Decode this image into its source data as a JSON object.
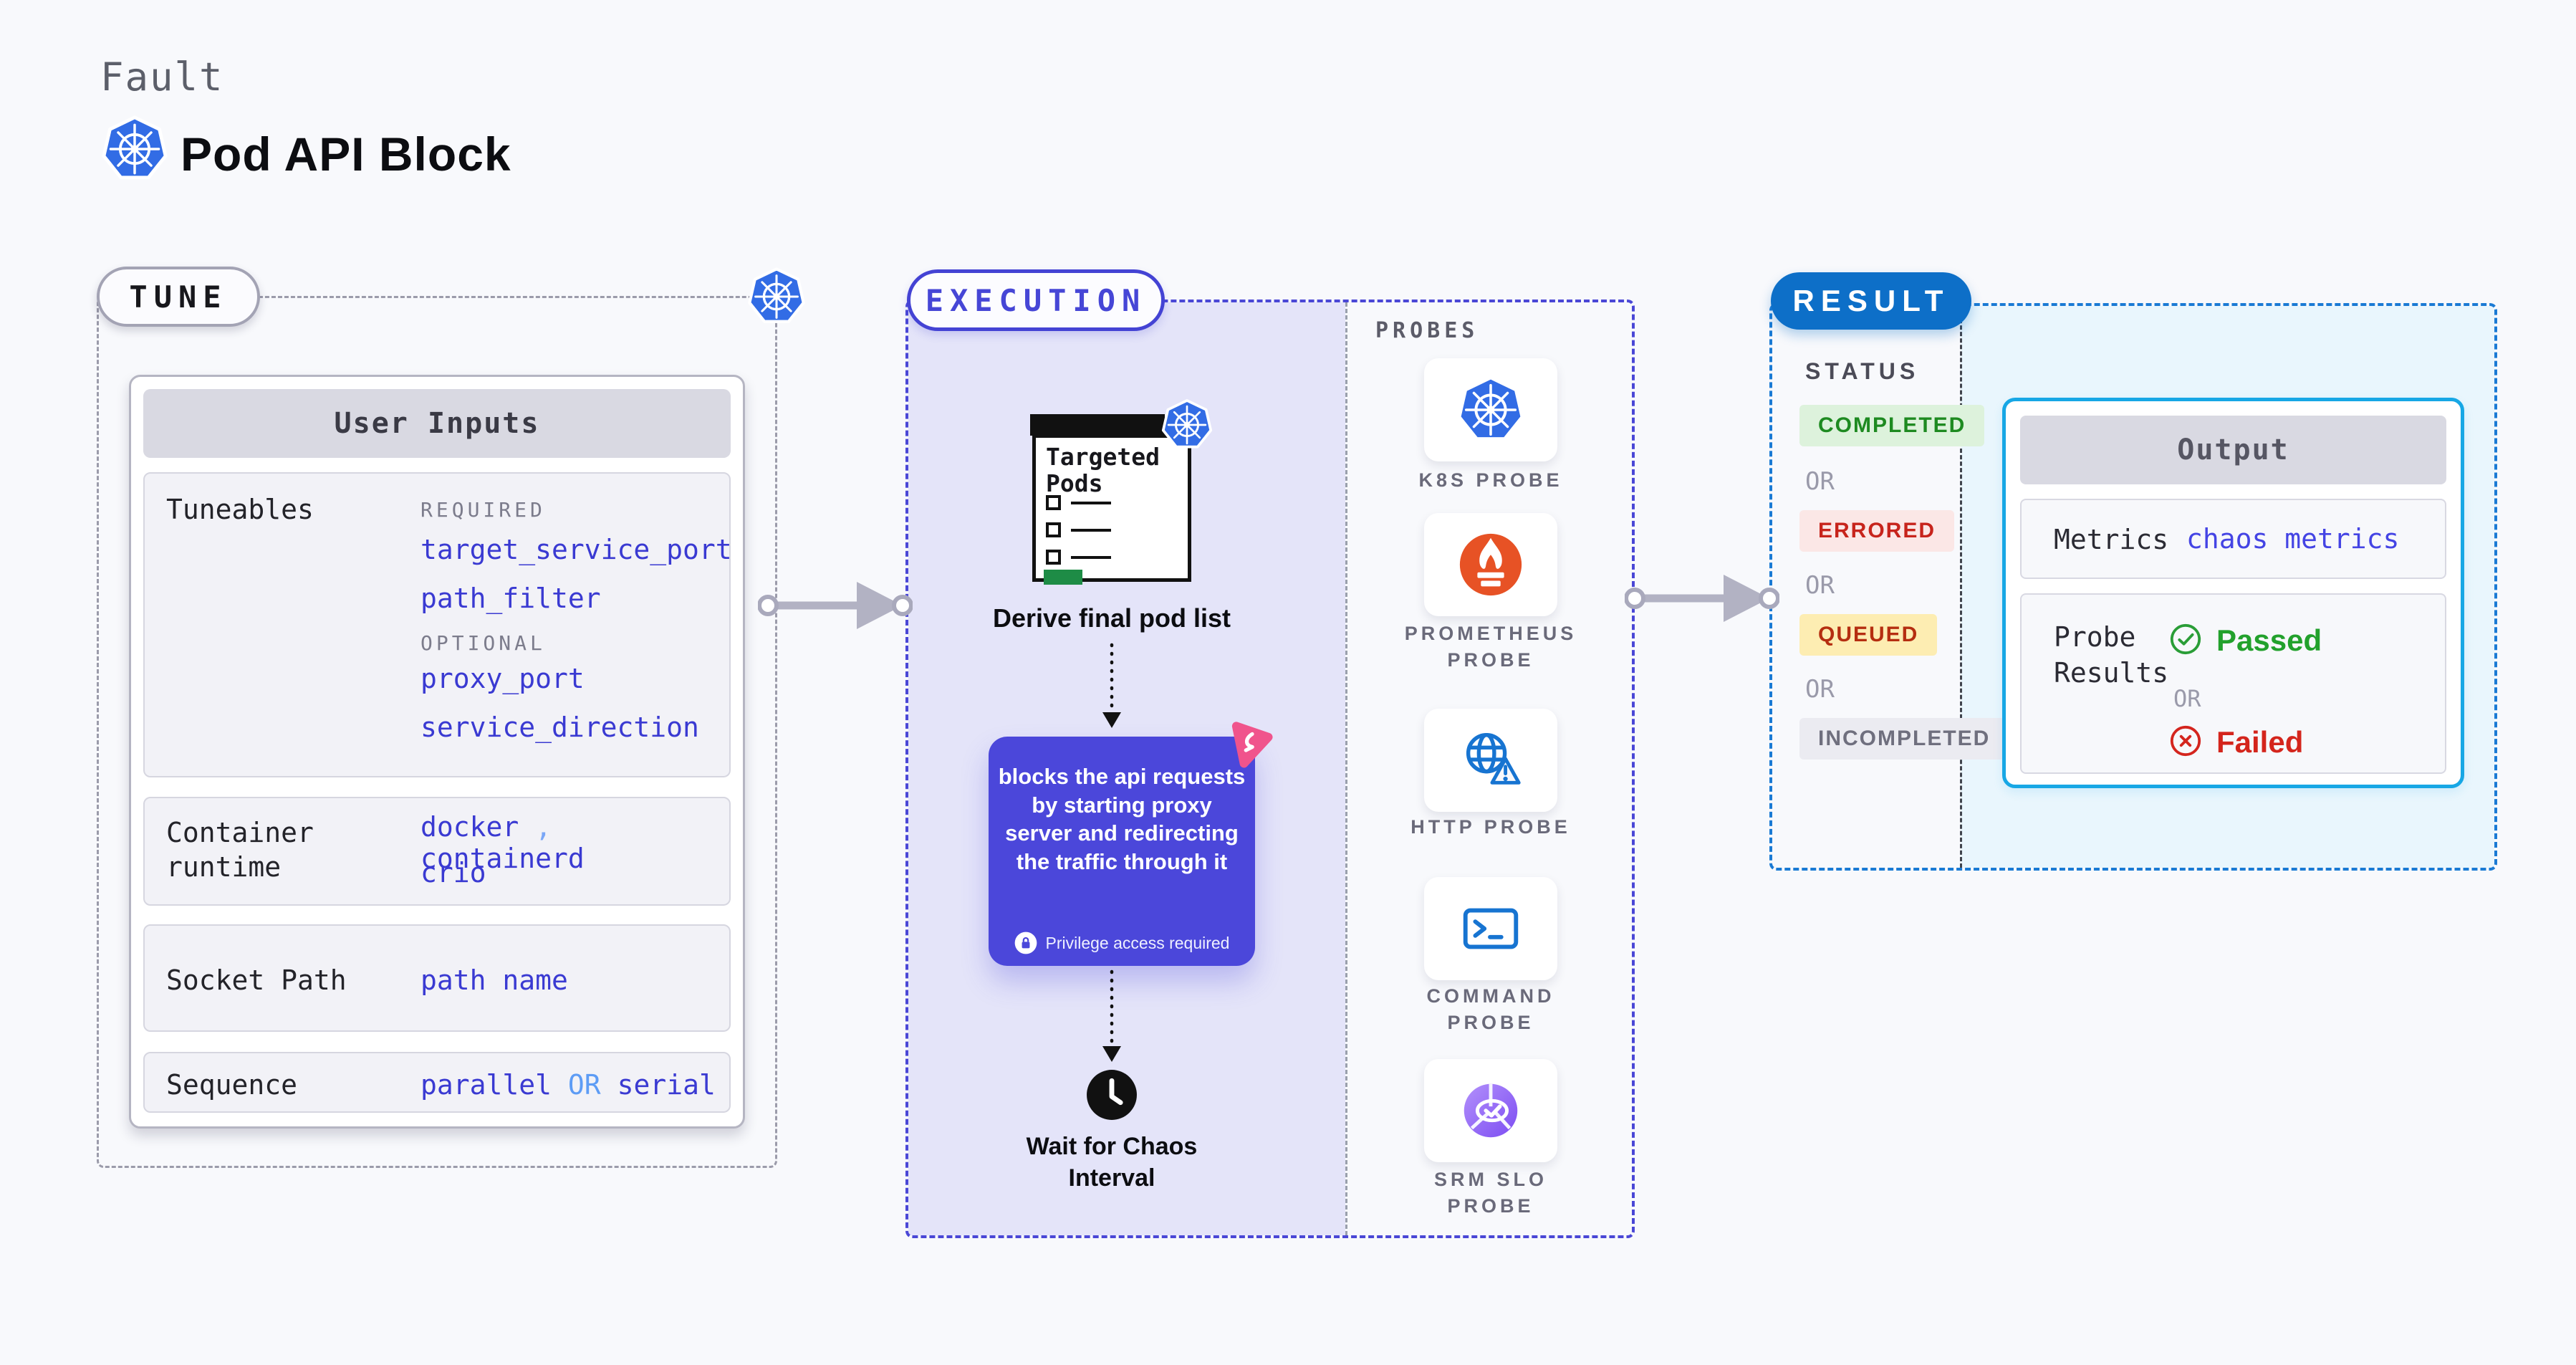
{
  "header": {
    "eyebrow": "Fault",
    "title": "Pod API Block"
  },
  "tune": {
    "badge": "TUNE",
    "card_title": "User Inputs",
    "tuneables": {
      "label": "Tuneables",
      "required_heading": "REQUIRED",
      "required": [
        "target_service_port",
        "path_filter"
      ],
      "optional_heading": "OPTIONAL",
      "optional": [
        "proxy_port",
        "service_direction"
      ]
    },
    "container_runtime": {
      "label_line1": "Container",
      "label_line2": "runtime",
      "values": [
        "docker",
        "containerd",
        "crio"
      ],
      "separator": ","
    },
    "socket_path": {
      "label": "Socket Path",
      "value": "path name"
    },
    "sequence": {
      "label": "Sequence",
      "option_a": "parallel",
      "or": "OR",
      "option_b": "serial"
    }
  },
  "execution": {
    "badge": "EXECUTION",
    "clipboard_title": "Targeted Pods",
    "derive_label": "Derive final pod list",
    "description": "blocks the api requests by starting proxy server and redirecting the traffic through it",
    "privilege_note": "Privilege access required",
    "wait_label": "Wait for Chaos Interval"
  },
  "probes": {
    "heading": "PROBES",
    "items": [
      {
        "label": "K8S PROBE",
        "icon": "kubernetes-icon"
      },
      {
        "label": "PROMETHEUS PROBE",
        "icon": "prometheus-icon"
      },
      {
        "label": "HTTP PROBE",
        "icon": "globe-alert-icon"
      },
      {
        "label": "COMMAND PROBE",
        "icon": "terminal-icon"
      },
      {
        "label": "SRM SLO PROBE",
        "icon": "slo-check-icon"
      }
    ]
  },
  "result": {
    "badge": "RESULT",
    "status_heading": "STATUS",
    "or_label": "OR",
    "statuses": [
      {
        "label": "COMPLETED",
        "fg": "#1e8a21",
        "bg": "#ddf2dc"
      },
      {
        "label": "ERRORED",
        "fg": "#c7241c",
        "bg": "#fbe7e6"
      },
      {
        "label": "QUEUED",
        "fg": "#b52e10",
        "bg": "#fdedb2"
      },
      {
        "label": "INCOMPLETED",
        "fg": "#6f6f7e",
        "bg": "#ebebf1"
      }
    ],
    "output": {
      "title": "Output",
      "metrics_label": "Metrics",
      "metrics_value": "chaos metrics",
      "probe_results_label_line1": "Probe",
      "probe_results_label_line2": "Results",
      "passed": "Passed",
      "or": "OR",
      "failed": "Failed"
    }
  },
  "colors": {
    "page_bg": "#f8f9fc",
    "indigo": "#4a47d6",
    "indigo_box": "#4b47da",
    "lavender": "#e4e4f9",
    "result_blue": "#0d6fc8",
    "result_border": "#1a7ad4",
    "output_border": "#17a7e5",
    "light_blue_bg": "#e9f6fd",
    "value_blue": "#3a3ad2",
    "link_light_blue": "#5d9cf5",
    "gray_dash": "#9b9baa",
    "arrow_gray": "#b2b2c3",
    "k8s_blue": "#326ce5",
    "prometheus_orange": "#e75225",
    "probe_icon_blue": "#1774d1",
    "srm_purple": "#7d4df2",
    "status_green": "#1e8a21",
    "status_red": "#c7241c",
    "pass_green": "#2a9d37",
    "fail_red": "#d4251e",
    "litmus_pink": "#f0548c",
    "targeted_green": "#1e8c46"
  }
}
